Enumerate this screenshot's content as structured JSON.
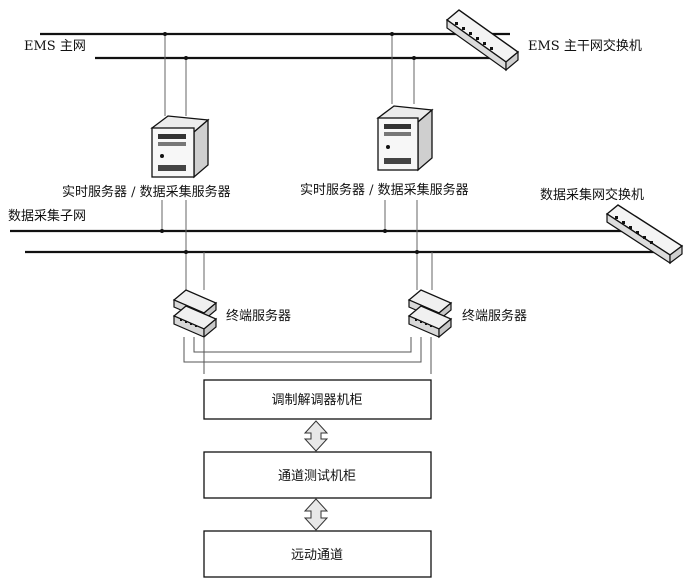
{
  "networks": {
    "ems_main": "EMS 主网",
    "ems_switch": "EMS 主干网交换机",
    "acq_subnet": "数据采集子网",
    "acq_switch": "数据采集网交换机"
  },
  "servers": {
    "left": "实时服务器 / 数据采集服务器",
    "right": "实时服务器 / 数据采集服务器"
  },
  "terminal_servers": {
    "left": "终端服务器",
    "right": "终端服务器"
  },
  "cabinets": {
    "modem": "调制解调器机柜",
    "test": "通道测试机柜",
    "channel": "远动通道"
  },
  "colors": {
    "line": "#111111",
    "thin_line": "#555555",
    "device_fill": "#f4f4f4",
    "arrow_fill": "#e8e8e8"
  }
}
